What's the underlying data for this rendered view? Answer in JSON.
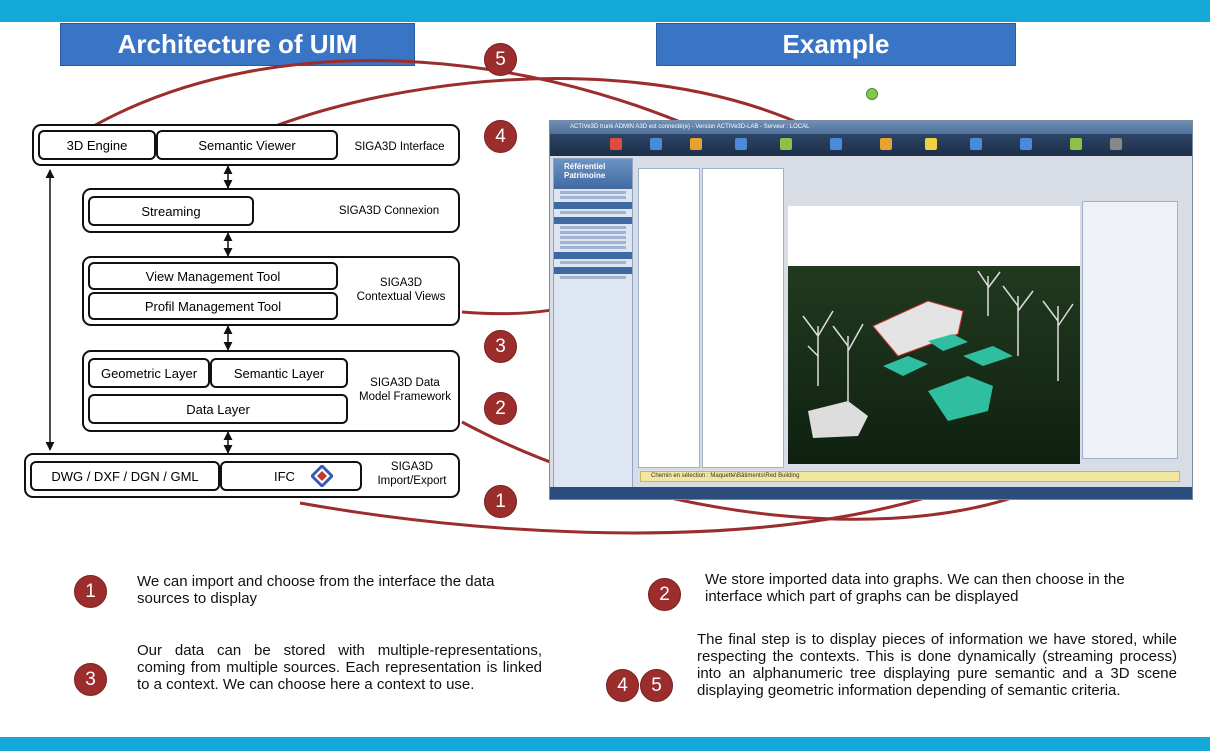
{
  "headers": {
    "left": "Architecture of UIM",
    "right": "Example"
  },
  "architecture": {
    "interface": {
      "boxes": [
        "3D Engine",
        "Semantic Viewer"
      ],
      "label": "SIGA3D Interface"
    },
    "connexion": {
      "boxes": [
        "Streaming"
      ],
      "label": "SIGA3D Connexion"
    },
    "contextual": {
      "boxes": [
        "View Management Tool",
        "Profil Management Tool"
      ],
      "label_line1": "SIGA3D",
      "label_line2": "Contextual Views"
    },
    "datamodel": {
      "boxes": [
        "Geometric Layer",
        "Semantic Layer",
        "Data Layer"
      ],
      "label_line1": "SIGA3D Data",
      "label_line2": "Model Framework"
    },
    "importexport": {
      "boxes": [
        "DWG / DXF / DGN / GML",
        "IFC"
      ],
      "label_line1": "SIGA3D",
      "label_line2": "Import/Export"
    }
  },
  "markers": [
    "5",
    "4",
    "3",
    "2",
    "1"
  ],
  "screenshot": {
    "title": "ACTIVe3D trunk ADMIN A3D est connecté(e) - Version ACTIVe3D-LAB - Serveur : LOCAL",
    "sidebar_title_1": "Référentiel",
    "sidebar_title_2": "Patrimoine",
    "status_text": "Chemin en sélection : Maquette\\Bâtiments\\Red Building"
  },
  "notes": [
    {
      "number": "1",
      "text": "We can import and choose from the interface the data sources to display"
    },
    {
      "number": "2",
      "text": "We store imported data into graphs. We can then choose in the interface which part of graphs can be displayed"
    },
    {
      "number": "3",
      "text": "Our data can be stored with multiple-representations, coming from multiple sources. Each representation is linked to a context. We can choose here a context to use."
    },
    {
      "number_a": "4",
      "number_b": "5",
      "text": "The final step is to display pieces of information we have stored, while respecting the contexts. This is done dynamically (streaming process) into an alphanumeric tree displaying pure semantic and a 3D scene displaying geometric information depending of semantic criteria."
    }
  ],
  "colors": {
    "bar": "#13a8d8",
    "header": "#3a74c4",
    "marker": "#9b2d2d",
    "arrow": "#9b2d2d"
  }
}
